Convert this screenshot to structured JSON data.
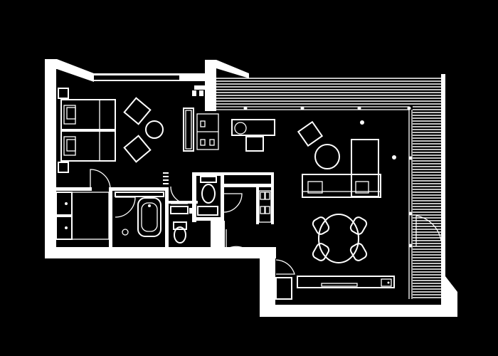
{
  "colors": {
    "background": "#000000",
    "walls": "#ffffff",
    "lines": "#ffffff"
  },
  "plan": {
    "type": "floor-plan",
    "rooms": [
      {
        "id": "bedroom",
        "furniture": [
          "twin-beds",
          "nightstands",
          "armchairs",
          "round-side-table",
          "desk",
          "wardrobe"
        ]
      },
      {
        "id": "walk-in-closet",
        "furniture": [
          "closet-shelves",
          "dressing-area"
        ]
      },
      {
        "id": "bathroom",
        "furniture": [
          "bathtub",
          "sink",
          "toilet",
          "shower"
        ]
      },
      {
        "id": "guest-toilet",
        "furniture": [
          "toilet",
          "sink"
        ]
      },
      {
        "id": "living-room",
        "furniture": [
          "sofa",
          "armchair",
          "round-coffee-table",
          "desk",
          "media-unit"
        ]
      },
      {
        "id": "dining-area",
        "furniture": [
          "oval-dining-table",
          "four-chairs"
        ]
      },
      {
        "id": "kitchenette",
        "furniture": [
          "counter",
          "sink"
        ]
      },
      {
        "id": "terrace",
        "furniture": [
          "decking"
        ]
      }
    ]
  }
}
